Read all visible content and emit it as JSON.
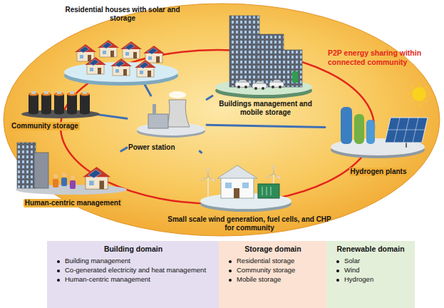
{
  "diagram": {
    "nodes": [
      {
        "text": [
          "Residential houses with solar and storage"
        ]
      },
      {
        "text": [
          "Buildings management and mobile storage"
        ]
      },
      {
        "text": [
          "Community storage"
        ]
      },
      {
        "text": [
          "Power station"
        ]
      },
      {
        "text": [
          "Hydrogen plants"
        ]
      },
      {
        "text": [
          "Human-centric management"
        ]
      },
      {
        "text": [
          "Small scale wind generation, fuel cells, and CHP for community"
        ]
      },
      {
        "text": [
          "Building domain",
          "Building management",
          "Co-generated electricity and heat management",
          "Human-centric management"
        ]
      },
      {
        "text": [
          "Storage domain",
          "Residential storage",
          "Community storage",
          "Mobile storage"
        ]
      },
      {
        "text": [
          "Renewable domain",
          "Solar",
          "Wind",
          "Hydrogen"
        ]
      }
    ],
    "edges": [
      {
        "from": 3,
        "to": 0,
        "arrow": "none"
      },
      {
        "from": 3,
        "to": 1,
        "arrow": "none"
      },
      {
        "from": 3,
        "to": 2,
        "arrow": "none"
      },
      {
        "from": 3,
        "to": 4,
        "arrow": "none"
      },
      {
        "from": 3,
        "to": 5,
        "arrow": "none"
      },
      {
        "from": 3,
        "to": 6,
        "arrow": "none"
      }
    ],
    "labels": [
      "P2P energy sharing within connected community"
    ]
  }
}
